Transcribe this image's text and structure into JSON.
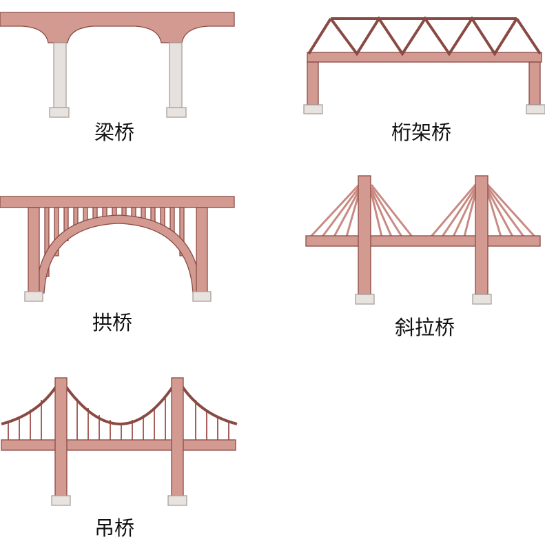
{
  "colors": {
    "beam": "#d39a91",
    "outline": "#8a4a44",
    "pier_light": "#e6e1de",
    "pier_outline": "#a8a09b",
    "footing": "#e8e3df",
    "background": "#ffffff"
  },
  "bridges": [
    {
      "id": "beam",
      "label": "梁桥"
    },
    {
      "id": "truss",
      "label": "桁架桥"
    },
    {
      "id": "arch",
      "label": "拱桥"
    },
    {
      "id": "cable-stayed",
      "label": "斜拉桥"
    },
    {
      "id": "suspension",
      "label": "吊桥"
    }
  ]
}
